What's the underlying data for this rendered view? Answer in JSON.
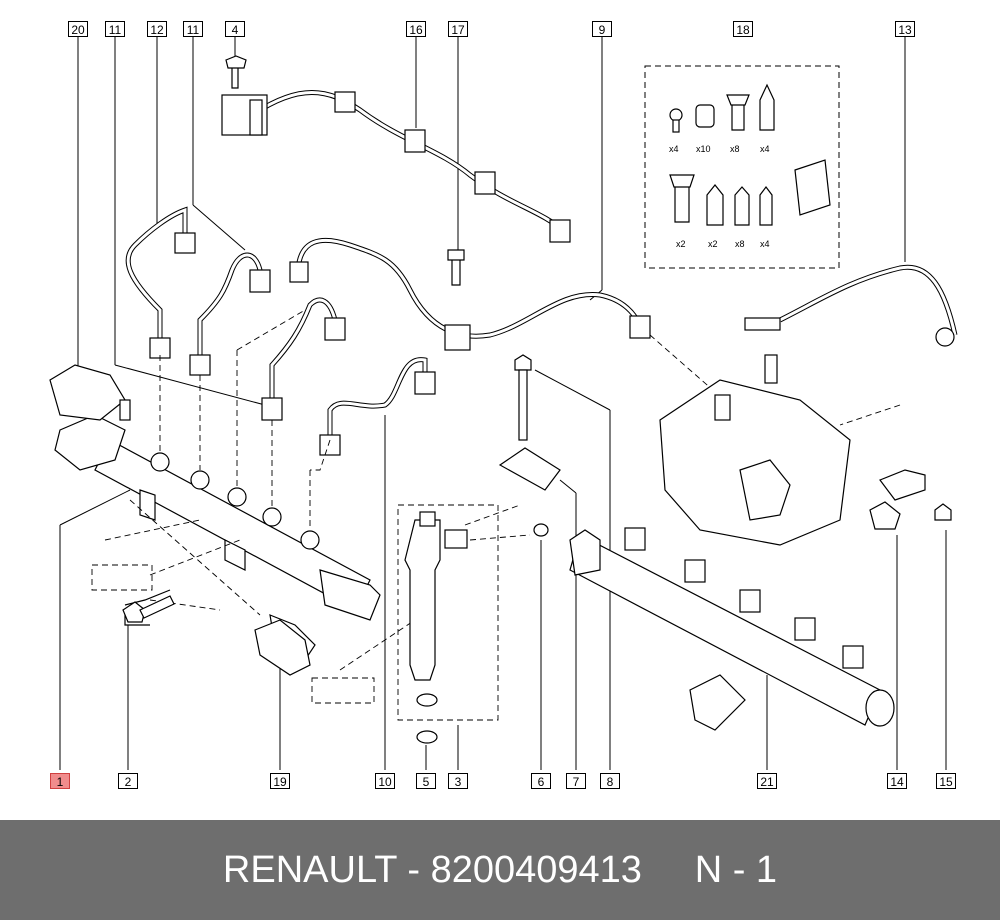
{
  "callouts": {
    "c20": "20",
    "c11a": "11",
    "c12": "12",
    "c11b": "11",
    "c4": "4",
    "c16": "16",
    "c17": "17",
    "c9": "9",
    "c18": "18",
    "c13": "13",
    "c1": "1",
    "c2": "2",
    "c19": "19",
    "c10": "10",
    "c5": "5",
    "c3": "3",
    "c6": "6",
    "c7": "7",
    "c8": "8",
    "c21": "21",
    "c14": "14",
    "c15": "15"
  },
  "kit_quantities": [
    "x4",
    "x10",
    "x8",
    "x4",
    "x2",
    "x2",
    "x8",
    "x4"
  ],
  "footer": {
    "brand": "RENAULT",
    "separator": " - ",
    "part_number": "8200409413",
    "sheet": "N - 1"
  },
  "highlight_color": "#f08c8c",
  "footer_color": "#6e6e6e"
}
